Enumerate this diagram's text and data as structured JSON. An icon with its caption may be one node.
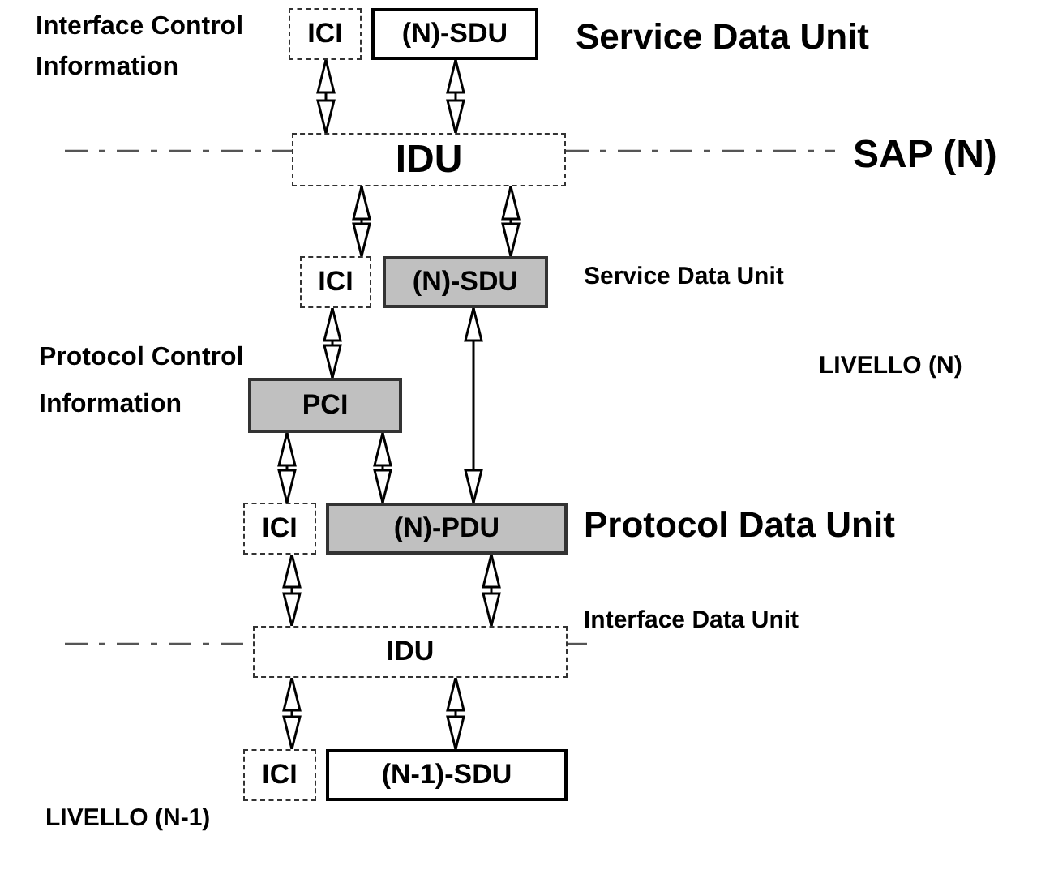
{
  "diagram": {
    "nodes": [
      {
        "text": [
          "ICI"
        ]
      },
      {
        "text": [
          "(N)-SDU"
        ]
      },
      {
        "text": [
          "IDU"
        ]
      },
      {
        "text": [
          "ICI"
        ]
      },
      {
        "text": [
          "(N)-SDU"
        ]
      },
      {
        "text": [
          "PCI"
        ]
      },
      {
        "text": [
          "ICI"
        ]
      },
      {
        "text": [
          "(N)-PDU"
        ]
      },
      {
        "text": [
          "IDU"
        ]
      },
      {
        "text": [
          "ICI"
        ]
      },
      {
        "text": [
          "(N-1)-SDU"
        ]
      }
    ],
    "edges": [
      {
        "from": 0,
        "to": 2,
        "arrow": "both"
      },
      {
        "from": 1,
        "to": 2,
        "arrow": "both"
      },
      {
        "from": 2,
        "to": 3,
        "arrow": "both"
      },
      {
        "from": 2,
        "to": 4,
        "arrow": "both"
      },
      {
        "from": 3,
        "to": 5,
        "arrow": "both"
      },
      {
        "from": 4,
        "to": 7,
        "arrow": "both"
      },
      {
        "from": 5,
        "to": 6,
        "arrow": "both"
      },
      {
        "from": 5,
        "to": 7,
        "arrow": "both"
      },
      {
        "from": 6,
        "to": 8,
        "arrow": "both"
      },
      {
        "from": 7,
        "to": 8,
        "arrow": "both"
      },
      {
        "from": 8,
        "to": 9,
        "arrow": "both"
      },
      {
        "from": 8,
        "to": 10,
        "arrow": "both"
      }
    ],
    "labels": [
      "Interface Control Information",
      "Service Data Unit",
      "SAP (N)",
      "Service Data Unit",
      "Protocol Control Information",
      "LIVELLO (N)",
      "Protocol Data Unit",
      "Interface Data Unit",
      "LIVELLO (N-1)"
    ]
  }
}
